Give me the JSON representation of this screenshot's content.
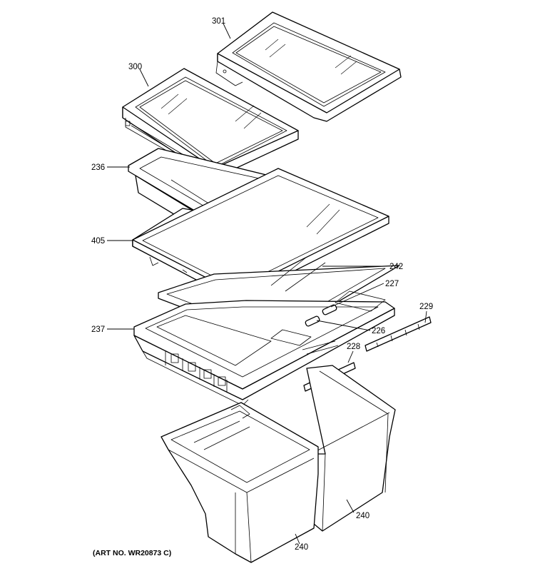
{
  "callouts": [
    {
      "key": "c301",
      "text": "301"
    },
    {
      "key": "c300",
      "text": "300"
    },
    {
      "key": "c236",
      "text": "236"
    },
    {
      "key": "c405",
      "text": "405"
    },
    {
      "key": "c242",
      "text": "242"
    },
    {
      "key": "c227",
      "text": "227"
    },
    {
      "key": "c229",
      "text": "229"
    },
    {
      "key": "c237",
      "text": "237"
    },
    {
      "key": "c226",
      "text": "226"
    },
    {
      "key": "c228",
      "text": "228"
    },
    {
      "key": "c240a",
      "text": "240"
    },
    {
      "key": "c240b",
      "text": "240"
    }
  ],
  "art_number": "(ART NO. WR20873 C)"
}
